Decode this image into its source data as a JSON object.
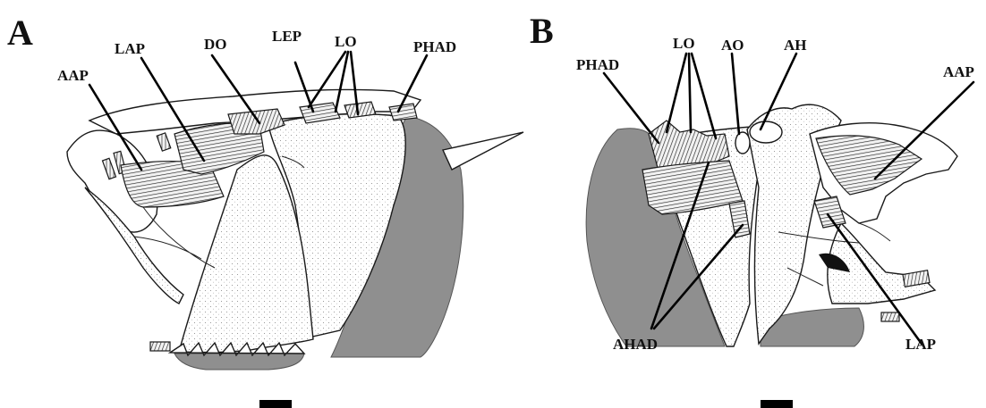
{
  "panels": [
    {
      "letter": "A",
      "labels": {
        "aap": "AAP",
        "lap": "LAP",
        "do": "DO",
        "lep": "LEP",
        "lo": "LO",
        "phad": "PHAD"
      }
    },
    {
      "letter": "B",
      "labels": {
        "phad": "PHAD",
        "lo": "LO",
        "ao": "AO",
        "ah": "AH",
        "aap": "AAP",
        "ahad": "AHAD",
        "lap": "LAP"
      }
    }
  ],
  "colors": {
    "shaded_region": "#8f8f8f",
    "outline": "#1a1a1a",
    "background": "#ffffff"
  }
}
